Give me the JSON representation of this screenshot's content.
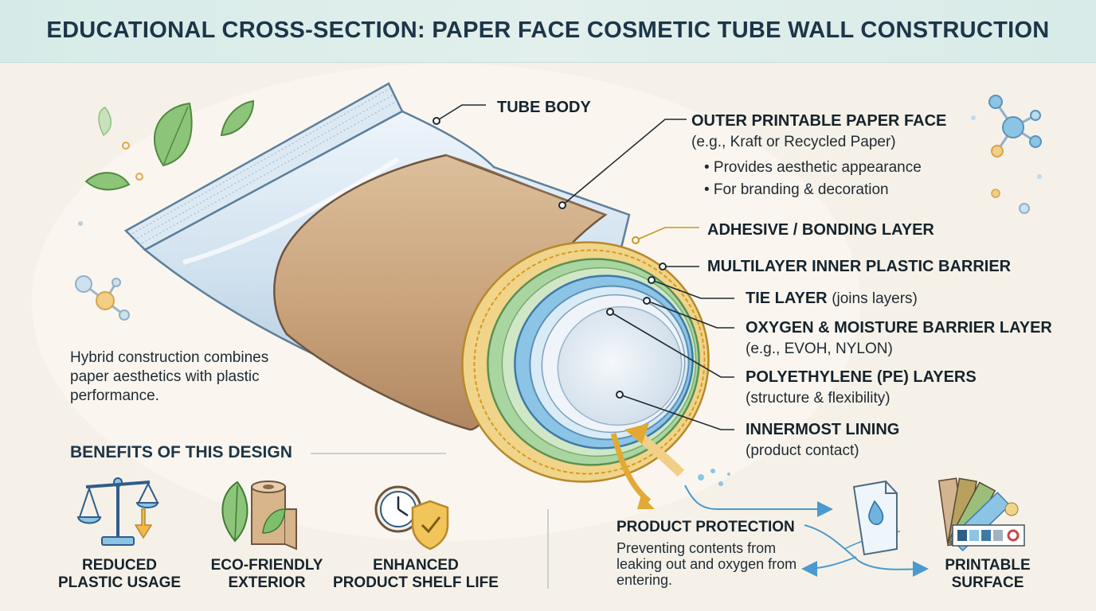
{
  "title": "EDUCATIONAL CROSS-SECTION: PAPER FACE COSMETIC TUBE WALL CONSTRUCTION",
  "labels": {
    "tube_body": "TUBE BODY",
    "outer_paper": {
      "title": "OUTER PRINTABLE PAPER FACE",
      "subtitle": "(e.g., Kraft or Recycled Paper)",
      "bullets": [
        "• Provides aesthetic appearance",
        "• For branding & decoration"
      ]
    },
    "adhesive": "ADHESIVE / BONDING LAYER",
    "multilayer": "MULTILAYER INNER PLASTIC BARRIER",
    "tie": {
      "title": "TIE LAYER",
      "note": "(joins layers)"
    },
    "barrier": {
      "title": "OXYGEN & MOISTURE BARRIER LAYER",
      "subtitle": "(e.g., EVOH, NYLON)"
    },
    "pe": {
      "title": "POLYETHYLENE (PE) LAYERS",
      "subtitle": "(structure & flexibility)"
    },
    "innermost": {
      "title": "INNERMOST LINING",
      "subtitle": "(product contact)"
    }
  },
  "note": "Hybrid construction combines paper aesthetics with plastic performance.",
  "benefits": {
    "title": "BENEFITS OF THIS DESIGN",
    "items": [
      {
        "line1": "REDUCED",
        "line2": "PLASTIC USAGE",
        "icon": "scale-icon"
      },
      {
        "line1": "ECO-FRIENDLY",
        "line2": "EXTERIOR",
        "icon": "leaf-paper-roll-icon"
      },
      {
        "line1": "ENHANCED",
        "line2": "PRODUCT SHELF LIFE",
        "icon": "clock-shield-icon"
      }
    ]
  },
  "protection": {
    "title": "PRODUCT PROTECTION",
    "text": "Preventing contents from leaking out and oxygen from entering."
  },
  "printable": {
    "line1": "PRINTABLE",
    "line2": "SURFACE",
    "icon": "color-swatch-icon"
  },
  "colors": {
    "header_bg": "#d6ebe8",
    "kraft": "#c9a37c",
    "adhesive": "#e8b93a",
    "green_layer": "#a9d6a0",
    "blue_layer": "#8cc4e6",
    "leaf_green": "#6fae5a"
  }
}
